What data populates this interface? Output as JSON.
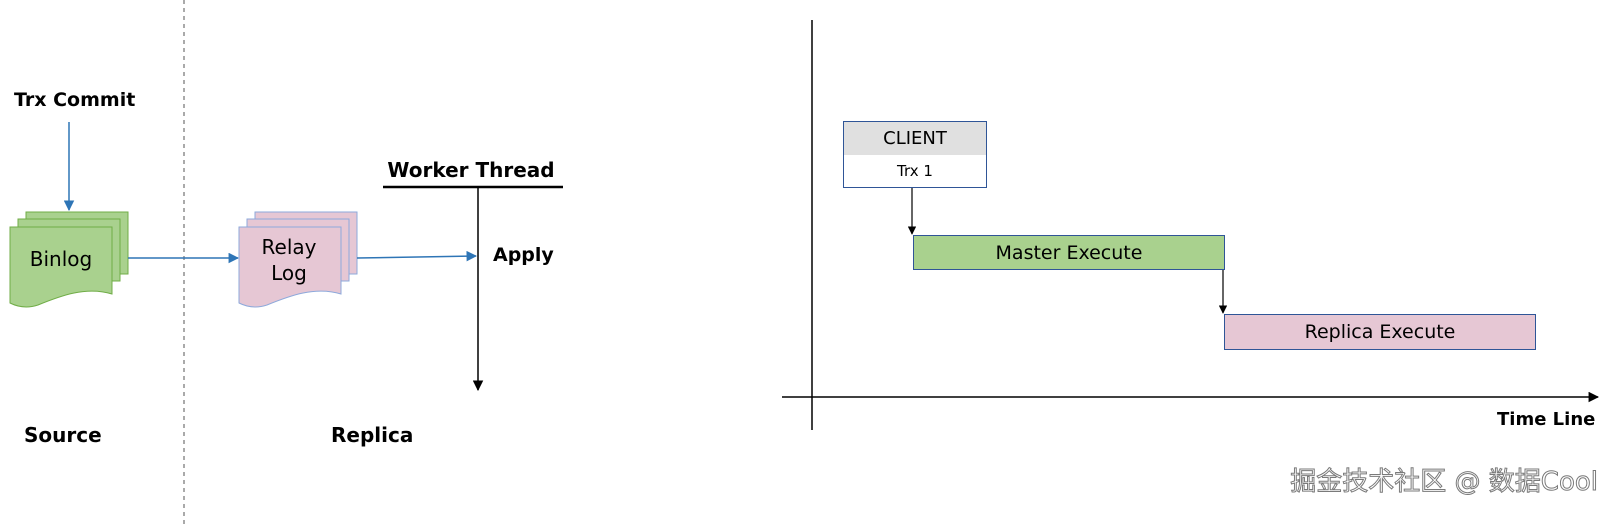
{
  "left_diagram": {
    "trx_commit": "Trx Commit",
    "binlog": "Binlog",
    "relay_log_line1": "Relay",
    "relay_log_line2": "Log",
    "worker_thread": "Worker Thread",
    "apply": "Apply",
    "source": "Source",
    "replica": "Replica"
  },
  "right_diagram": {
    "client": "CLIENT",
    "trx": "Trx 1",
    "master_execute": "Master Execute",
    "replica_execute": "Replica Execute",
    "time_line": "Time Line"
  },
  "colors": {
    "green_fill": "#a9d18e",
    "pink_fill": "#e6c7d4",
    "client_header": "#e0e0e0",
    "arrow_blue": "#2e75b6",
    "box_border": "#2f5597"
  },
  "watermark": "掘金技术社区 @ 数据Cool"
}
